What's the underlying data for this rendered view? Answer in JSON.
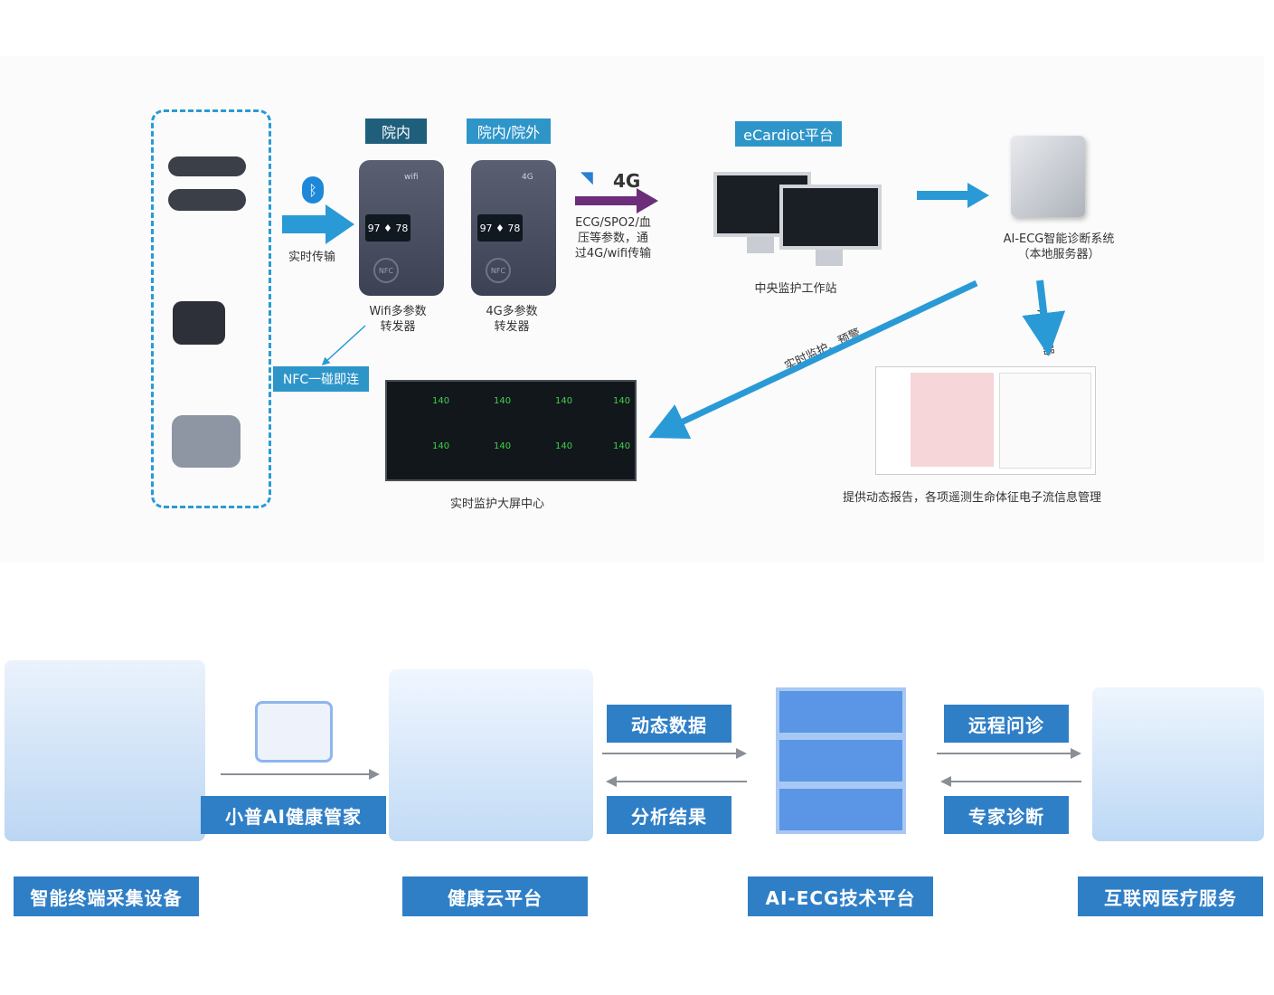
{
  "top": {
    "tag_inside": "院内",
    "tag_inside_outside": "院内/院外",
    "tag_platform": "eCardiot平台",
    "label_realtime_transfer": "实时传输",
    "label_4g": "4G",
    "label_params": "ECG/SPO2/血\n压等参数，通\n过4G/wifi传输",
    "wifi_forwarder": "Wifi多参数\n转发器",
    "g4_forwarder": "4G多参数\n转发器",
    "device_brand_wifi": "wifi",
    "device_brand_4g": "4G",
    "device_reading": "97 ♦ 78",
    "device_nfc": "NFC",
    "central_station": "中央监护工作站",
    "ai_system": "AI-ECG智能诊断系统\n（本地服务器）",
    "ai_service": "AI服务器",
    "nfc_connect": "NFC一碰即连",
    "monitor_warning": "实时监护、预警",
    "big_screen_center": "实时监护大屏中心",
    "report_caption": "提供动态报告，各项遥测生命体征电子流信息管理",
    "heart_rate": "140"
  },
  "bottom": {
    "device_collect": "智能终端采集设备",
    "health_manager": "小普AI健康管家",
    "health_cloud": "健康云平台",
    "dynamic_data": "动态数据",
    "analysis_result": "分析结果",
    "ai_ecg_platform": "AI-ECG技术平台",
    "remote_consult": "远程问诊",
    "expert_diagnosis": "专家诊断",
    "internet_medical": "互联网医疗服务"
  },
  "colors": {
    "arrow_blue": "#2a9ad6",
    "arrow_purple": "#6c2d7a",
    "label_blue": "#2f7fc7",
    "tag_dark": "#1f5f7c"
  }
}
